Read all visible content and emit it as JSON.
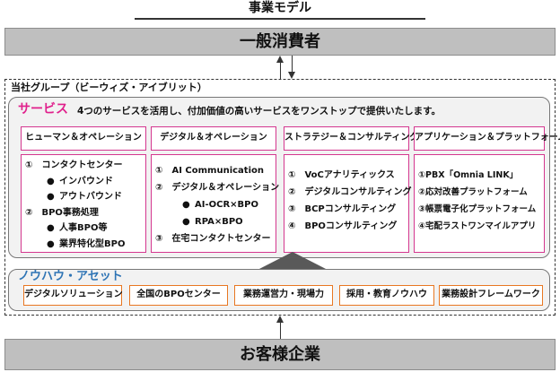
{
  "title": "事業モデル",
  "top_band": "一般消費者",
  "bottom_band": "お客様企業",
  "group_label": "当社グループ（ビーウィズ・アイブリット）",
  "services": {
    "label": "サービス",
    "description": "4つのサービスを活用し、付加価値の高いサービスをワンストップで提供いたします。",
    "columns": [
      {
        "heading": "ヒューマン＆オペレーション",
        "lines": [
          {
            "text": "①　コンタクトセンター",
            "level": 0
          },
          {
            "text": "インバウンド",
            "level": 1,
            "bullet": "●"
          },
          {
            "text": "アウトバウンド",
            "level": 1,
            "bullet": "●"
          },
          {
            "text": "②　BPO事務処理",
            "level": 0
          },
          {
            "text": "人事BPO等",
            "level": 1,
            "bullet": "●"
          },
          {
            "text": "業界特化型BPO",
            "level": 1,
            "bullet": "●"
          }
        ]
      },
      {
        "heading": "デジタル＆オペレーション",
        "lines": [
          {
            "text": "①　AI Communication",
            "level": 0
          },
          {
            "text": "②　デジタル＆オペレーション",
            "level": 0
          },
          {
            "text": "AI-OCR×BPO",
            "level": 2,
            "bullet": "●"
          },
          {
            "text": "RPA×BPO",
            "level": 2,
            "bullet": "●"
          },
          {
            "text": "③　在宅コンタクトセンター",
            "level": 0
          }
        ]
      },
      {
        "heading": "ストラテジー＆コンサルティング",
        "lines": [
          {
            "text": "①　VoCアナリティックス",
            "level": 0
          },
          {
            "text": "②　デジタルコンサルティング",
            "level": 0
          },
          {
            "text": "③　BCPコンサルティング",
            "level": 0
          },
          {
            "text": "④　BPOコンサルティング",
            "level": 0
          }
        ]
      },
      {
        "heading": "アプリケーション＆プラットフォーム",
        "lines": [
          {
            "text": "①PBX「Omnia LINK」",
            "level": 0
          },
          {
            "text": "②応対改善プラットフォーム",
            "level": 0
          },
          {
            "text": "③帳票電子化プラットフォーム",
            "level": 0
          },
          {
            "text": "④宅配ラストワンマイルアプリ",
            "level": 0
          }
        ]
      }
    ]
  },
  "knowhow": {
    "label": "ノウハウ・アセット",
    "items": [
      "デジタルソリューション",
      "全国のBPOセンター",
      "業務運営力・現場力",
      "採用・教育ノウハウ",
      "業務設計フレームワーク"
    ]
  },
  "colors": {
    "service_accent": "#e0208c",
    "service_border": "#d4378f",
    "knowhow_accent": "#2e74b5",
    "knowhow_border": "#e87722",
    "band_fill": "#bfbfbf"
  }
}
